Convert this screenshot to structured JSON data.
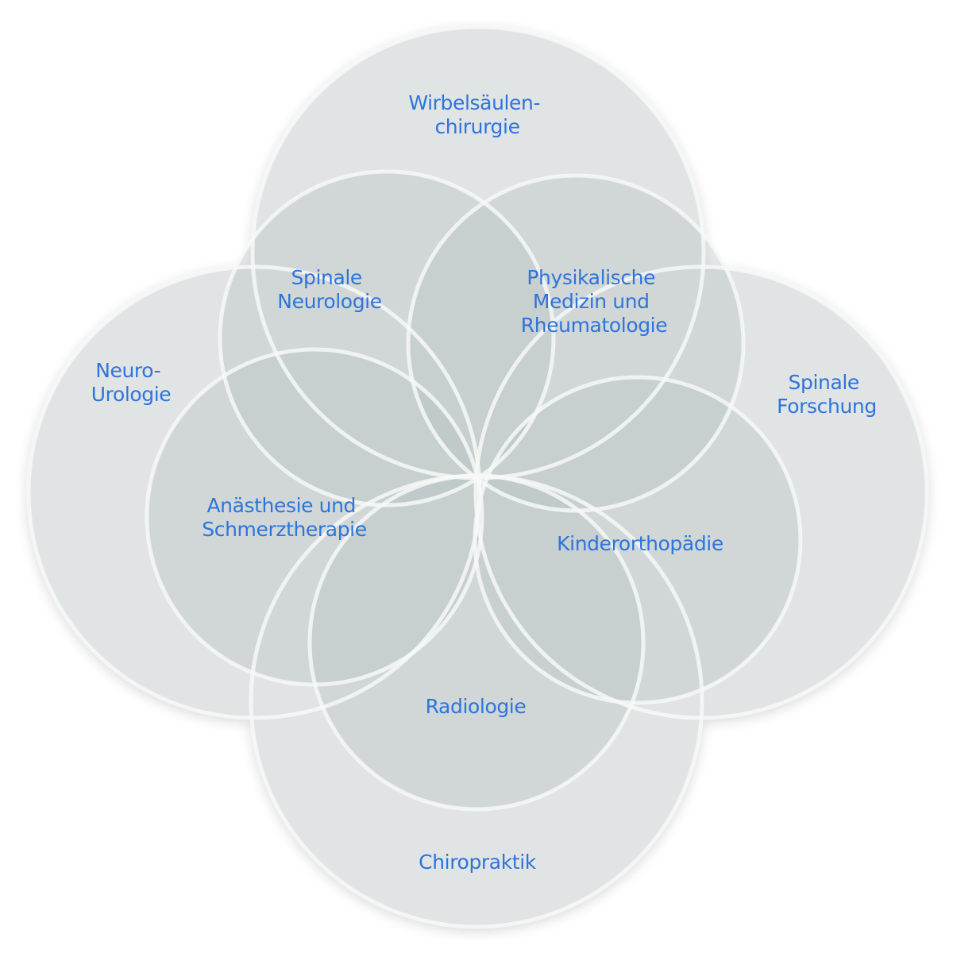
{
  "diagram": {
    "title": "",
    "colors": {
      "background": "#ffffff",
      "outer_fill": "#e1e4e4",
      "inner_fill": "#b4c0c1",
      "stroke": "#f7f8f8",
      "label": "#2d74dc"
    },
    "outer_areas": [
      {
        "id": "wirbelsaeulenchirurgie",
        "label_lines": [
          "Wirbelsäulen-",
          "chirurgie"
        ]
      },
      {
        "id": "neuro-urologie",
        "label_lines": [
          "Neuro-",
          "Urologie"
        ]
      },
      {
        "id": "spinale-forschung",
        "label_lines": [
          "Spinale",
          "Forschung"
        ]
      },
      {
        "id": "chiropraktik",
        "label_lines": [
          "Chiropraktik"
        ]
      }
    ],
    "inner_areas": [
      {
        "id": "spinale-neurologie",
        "label_lines": [
          "Spinale",
          "Neurologie"
        ]
      },
      {
        "id": "physikalische-medizin",
        "label_lines": [
          "Physikalische",
          "Medizin und",
          "Rheumatologie"
        ]
      },
      {
        "id": "anaesthesie",
        "label_lines": [
          "Anästhesie und",
          "Schmerztherapie"
        ]
      },
      {
        "id": "kinderorthopaedie",
        "label_lines": [
          "Kinderorthopädie"
        ]
      },
      {
        "id": "radiologie",
        "label_lines": [
          "Radiologie"
        ]
      }
    ]
  }
}
